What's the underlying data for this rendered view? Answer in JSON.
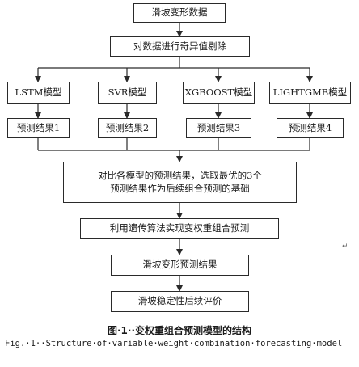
{
  "nodes": {
    "data": "滑坡变形数据",
    "outlier": "对数据进行奇异值剔除",
    "model_lstm": "LSTM模型",
    "model_svr": "SVR模型",
    "model_xgb": "XGBOOST模型",
    "model_lgb": "LIGHTGMB模型",
    "result_1": "预测结果1",
    "result_2": "预测结果2",
    "result_3": "预测结果3",
    "result_4": "预测结果4",
    "compare": "对比各模型的预测结果，选取最优的3个\n预测结果作为后续组合预测的基础",
    "genetic": "利用遗传算法实现变权重组合预测",
    "output": "滑坡变形预测结果",
    "evaluate": "滑坡稳定性后续评价"
  },
  "caption": {
    "cn": "图·1··变权重组合预测模型的结构",
    "en": "Fig.·1··Structure·of·variable·weight·combination·forecasting·model"
  },
  "paragraph_mark": "↵"
}
